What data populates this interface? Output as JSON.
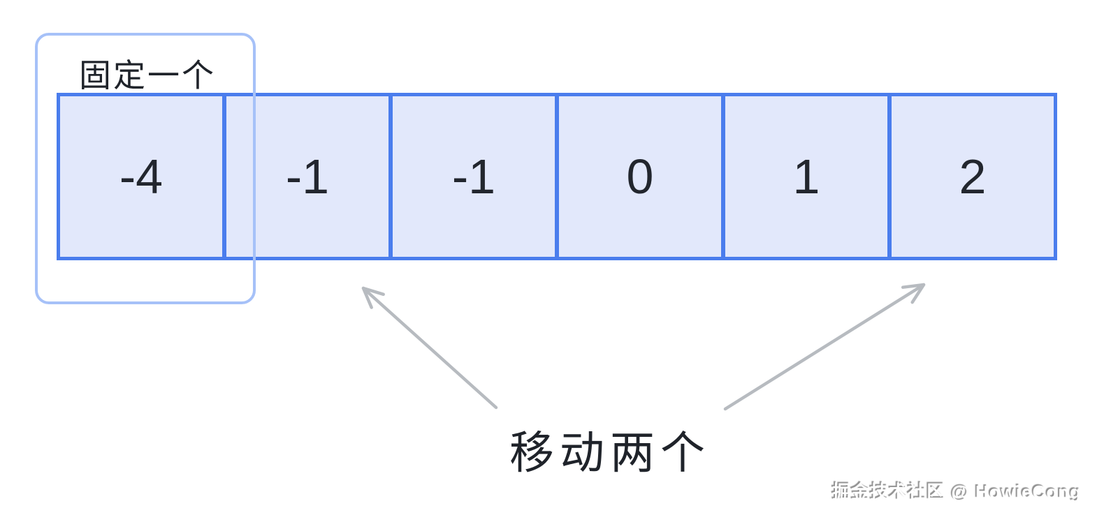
{
  "diagram": {
    "fixed_pointer_label": "固定一个",
    "move_pointers_label": "移动两个",
    "array": {
      "values": [
        "-4",
        "-1",
        "-1",
        "0",
        "1",
        "2"
      ]
    },
    "colors": {
      "cell_fill": "#e2e8fb",
      "cell_border": "#4a7ded",
      "cell_text": "#22262e",
      "fixed_box_border": "#a6c1f8",
      "label_text": "#1f232a",
      "arrow": "#b7bbc0",
      "canvas_bg": "#ffffff"
    },
    "watermark": "掘金技术社区 @ HowieCong"
  }
}
